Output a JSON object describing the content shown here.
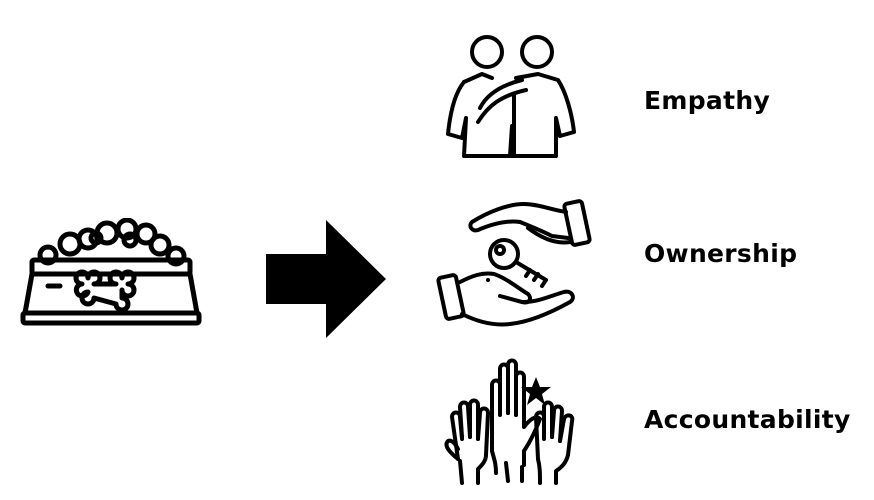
{
  "diagram": {
    "source_icon": "pet-food-bowl-icon",
    "connector_icon": "right-arrow-icon",
    "values": [
      {
        "label": "Empathy",
        "icon": "supportive-friends-icon"
      },
      {
        "label": "Ownership",
        "icon": "hands-passing-key-icon"
      },
      {
        "label": "Accountability",
        "icon": "raised-hands-star-icon"
      }
    ]
  },
  "colors": {
    "ink": "#000000",
    "background": "#ffffff"
  }
}
